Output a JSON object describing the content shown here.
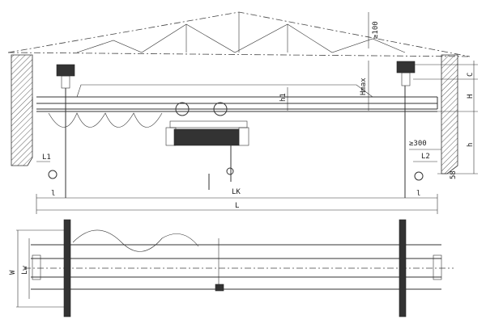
{
  "labels": {
    "roof_clearance": "≥100",
    "hmax": "Hmax",
    "h1": "h1",
    "c": "C",
    "h_upper": "H",
    "h_lower": "h",
    "side_clearance": "≥300",
    "l1": "L1",
    "l2": "L2",
    "s8": "58",
    "l_left": "l",
    "l_right": "l",
    "lk": "LK",
    "span": "L",
    "w": "W",
    "lw": "Lw"
  }
}
